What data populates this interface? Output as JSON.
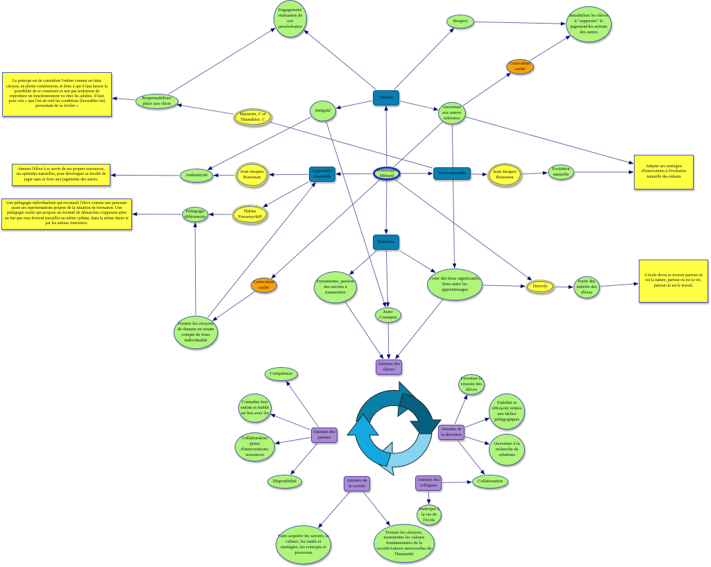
{
  "nodes": {
    "engagement": {
      "label": "Engagement/ réalisation de soi/ persévérance",
      "shape": "ellipse"
    },
    "respect": {
      "label": "Respect",
      "shape": "ellipse"
    },
    "sensibiliser": {
      "label": "Sensibiliser les élèves à \"supporter\" le jugement/les actions des autres",
      "shape": "ellipse"
    },
    "curriculum1": {
      "label": "Curriculum caché",
      "shape": "orange"
    },
    "valeurs": {
      "label": "Valeurs",
      "shape": "rect-blue"
    },
    "integrite": {
      "label": "Intégrité",
      "shape": "ellipse"
    },
    "ouverture": {
      "label": "Ouverture aux autres/ tolérance",
      "shape": "ellipse"
    },
    "responsabiliser": {
      "label": "Responsabiliser/ place aux choix",
      "shape": "ellipse"
    },
    "note1": {
      "label": "Le principe est de considérer l'enfant comme un futur citoyen, en pleine construction, et donc à qui il faut laisser la possibilité de se construire et non pas seulement de reproduire un fonctionnement vu chez les adultes. Il faut pour cela « que l'on ait créé les conditions [favorables lui] permettant de se révéler »",
      "shape": "note"
    },
    "mazurier": {
      "label": "Mazurier, C et Thiaudière, C",
      "shape": "cloud"
    },
    "authenticite": {
      "label": "Authenticité",
      "shape": "ellipse"
    },
    "jjr1": {
      "label": "Jean-Jacques Rousseau",
      "shape": "cloud"
    },
    "note2": {
      "label": "Amener l'élève à se servir de ses propres ressources, ses aptitudes naturelles, pour développer sa faculté de juger sans se fixer aux jugements des autres.",
      "shape": "note"
    },
    "apprendre": {
      "label": "Apprendre-ensemble",
      "shape": "rect-blue"
    },
    "dominique": {
      "label": "Dominique Ménard",
      "shape": "center"
    },
    "vivre": {
      "label": "Vivre-ensemble",
      "shape": "rect-blue"
    },
    "jjr2": {
      "label": "Jean-Jacques Rousseau",
      "shape": "cloud"
    },
    "evolution": {
      "label": "Évolution naturelle",
      "shape": "ellipse"
    },
    "note3": {
      "label": "Adapter ses stratégies d'intervention à l'évolution naturelle des enfants",
      "shape": "note"
    },
    "pedagogie": {
      "label": "Pédagogie différenciée",
      "shape": "ellipse"
    },
    "halina": {
      "label": "Halina PrzesmyckiP",
      "shape": "cloud"
    },
    "note4": {
      "label": "Une pédagogie individualisée qui reconnaît l'élève comme une personne ayant ses représentations propres de la situation de formation. Une pédagogie variée qui propose un éventail de démarches s'opposant ainsi au fait que tous doivent travailler au même rythme, dans la même durée et par les mêmes itinéraires.",
      "shape": "note"
    },
    "habiletes": {
      "label": "Habiletés",
      "shape": "rect-blue"
    },
    "curriculum2": {
      "label": "Curriculum caché",
      "shape": "orange"
    },
    "dynamisme": {
      "label": "Dynamisme, passion des savoirs à transmettre",
      "shape": "ellipse"
    },
    "creer": {
      "label": "Créer des liens significatifs, liens entre les apprentissages",
      "shape": "ellipse"
    },
    "decroly": {
      "label": "Decroly",
      "shape": "cloud"
    },
    "partir": {
      "label": "Partir des intérêts des élèves",
      "shape": "ellipse"
    },
    "note5": {
      "label": "L'école devra se trouver partout où est la nature, partout où est la vie, partout où est le travail.",
      "shape": "note"
    },
    "juste": {
      "label": "Juste/ Constante",
      "shape": "ellipse"
    },
    "former1": {
      "label": "Former les citoyens de demain en tenant compte de leurs individualité",
      "shape": "ellipse"
    },
    "eleves": {
      "label": "Attentes des élèves",
      "shape": "rect-purple"
    },
    "competence": {
      "label": "Compétence",
      "shape": "ellipse"
    },
    "connaitre": {
      "label": "Connaître leur enfant et établir un lien avec lui",
      "shape": "ellipse"
    },
    "parents": {
      "label": "Attentes des parents",
      "shape": "rect-purple"
    },
    "pistes": {
      "label": "Collaboration/ pistes d'interventions/ ressources",
      "shape": "ellipse"
    },
    "disponibilite": {
      "label": "Disponibilité",
      "shape": "ellipse"
    },
    "direction": {
      "label": "Attentes de la direction",
      "shape": "rect-purple"
    },
    "favoriser": {
      "label": "Favoriser la réussite des élèves",
      "shape": "ellipse"
    },
    "fiabilite": {
      "label": "Fiabilité et efficacité reliées aux tâches pédagogiques",
      "shape": "ellipse"
    },
    "recherche": {
      "label": "Ouverture à la recherche de solutions",
      "shape": "ellipse"
    },
    "collegues": {
      "label": "Attentes des collègues",
      "shape": "rect-purple"
    },
    "collaboration": {
      "label": "Collaboration",
      "shape": "ellipse"
    },
    "participer": {
      "label": "Participer à la vie de l'école",
      "shape": "ellipse"
    },
    "societe": {
      "label": "Attentes de la société",
      "shape": "rect-purple"
    },
    "faire": {
      "label": "Faire acquérir les savoirs, la culture, les outils et stratégies, les concepts et processus",
      "shape": "ellipse"
    },
    "former2": {
      "label": "Former les citoyens, transmettre les valeurs fondamentales de la société/valeurs universelles de l'humanité",
      "shape": "ellipse"
    }
  },
  "edges": [
    [
      "responsabiliser",
      "engagement",
      true
    ],
    [
      "valeurs",
      "engagement",
      true
    ],
    [
      "valeurs",
      "respect",
      true
    ],
    [
      "respect",
      "sensibiliser",
      true
    ],
    [
      "curriculum1",
      "sensibiliser",
      true
    ],
    [
      "ouverture",
      "curriculum1",
      true
    ],
    [
      "valeurs",
      "integrite",
      true
    ],
    [
      "valeurs",
      "ouverture",
      true
    ],
    [
      "dominique",
      "valeurs",
      true
    ],
    [
      "mazurier",
      "responsabiliser",
      true
    ],
    [
      "mazurier",
      "vivre",
      false
    ],
    [
      "responsabiliser",
      "note1",
      true
    ],
    [
      "integrite",
      "authenticite",
      true
    ],
    [
      "integrite",
      "juste",
      true
    ],
    [
      "ouverture",
      "note3",
      true
    ],
    [
      "ouverture",
      "dominique",
      false
    ],
    [
      "ouverture",
      "creer",
      true
    ],
    [
      "jjr1",
      "authenticite",
      true
    ],
    [
      "authenticite",
      "note2",
      true
    ],
    [
      "apprendre",
      "jjr1",
      true
    ],
    [
      "dominique",
      "apprendre",
      true
    ],
    [
      "dominique",
      "vivre",
      true
    ],
    [
      "dominique",
      "habiletes",
      true
    ],
    [
      "vivre",
      "jjr2",
      true
    ],
    [
      "jjr2",
      "evolution",
      true
    ],
    [
      "evolution",
      "note3",
      true
    ],
    [
      "apprendre",
      "halina",
      true
    ],
    [
      "former1",
      "apprendre",
      true
    ],
    [
      "halina",
      "pedagogie",
      true
    ],
    [
      "pedagogie",
      "note4",
      true
    ],
    [
      "former1",
      "pedagogie",
      true
    ],
    [
      "dominique",
      "curriculum2",
      true
    ],
    [
      "curriculum2",
      "former1",
      true
    ],
    [
      "dominique",
      "decroly",
      true
    ],
    [
      "habiletes",
      "dynamisme",
      true
    ],
    [
      "habiletes",
      "creer",
      true
    ],
    [
      "habiletes",
      "juste",
      true
    ],
    [
      "creer",
      "decroly",
      true
    ],
    [
      "decroly",
      "partir",
      true
    ],
    [
      "partir",
      "note5",
      true
    ],
    [
      "dynamisme",
      "eleves",
      true
    ],
    [
      "juste",
      "eleves",
      true
    ],
    [
      "creer",
      "eleves",
      true
    ],
    [
      "parents",
      "competence",
      true
    ],
    [
      "parents",
      "connaitre",
      true
    ],
    [
      "parents",
      "pistes",
      true
    ],
    [
      "parents",
      "disponibilite",
      true
    ],
    [
      "direction",
      "favoriser",
      true
    ],
    [
      "direction",
      "fiabilite",
      true
    ],
    [
      "direction",
      "recherche",
      true
    ],
    [
      "direction",
      "collaboration",
      true
    ],
    [
      "collegues",
      "collaboration",
      true
    ],
    [
      "collegues",
      "participer",
      true
    ],
    [
      "societe",
      "faire",
      true
    ],
    [
      "societe",
      "former2",
      true
    ]
  ],
  "colors": {
    "edge": "#6a6aaa",
    "arrow": "#0a0a70",
    "cycle": [
      "#0a7fa8",
      "#075f80",
      "#86d3f2",
      "#12a8e0"
    ]
  },
  "cycle_icon": "circular-arrows-icon"
}
